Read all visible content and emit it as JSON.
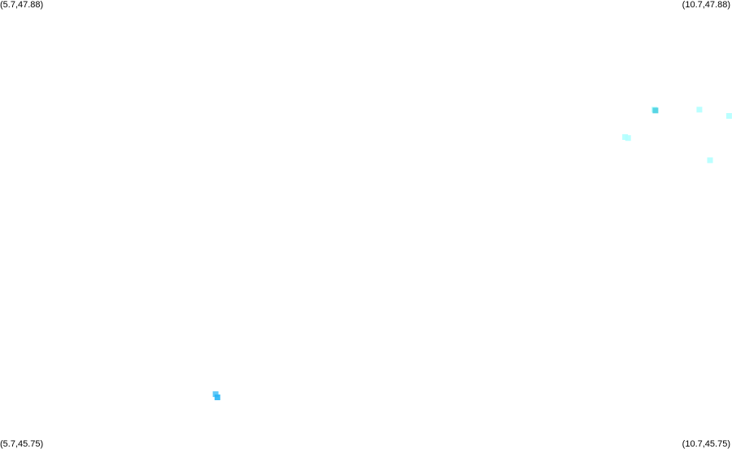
{
  "corners": {
    "top_left": "(5.7,47.88)",
    "top_right": "(10.7,47.88)",
    "bottom_left": "(5.7,45.75)",
    "bottom_right": "(10.7,45.75)"
  },
  "chart_data": {
    "type": "scatter",
    "xlim": [
      5.7,
      10.7
    ],
    "ylim": [
      45.75,
      47.88
    ],
    "points": [
      {
        "x": 7.173,
        "y": 46.01,
        "color": "#4fc3f7"
      },
      {
        "x": 7.185,
        "y": 45.995,
        "color": "#29b6f6"
      },
      {
        "x": 10.17,
        "y": 47.36,
        "color": "#b2ffff"
      },
      {
        "x": 10.177,
        "y": 47.356,
        "color": "#4dd0e1"
      },
      {
        "x": 10.477,
        "y": 47.36,
        "color": "#b2ffff"
      },
      {
        "x": 10.68,
        "y": 47.33,
        "color": "#b2ffff"
      },
      {
        "x": 9.97,
        "y": 47.23,
        "color": "#b2ffff"
      },
      {
        "x": 9.99,
        "y": 47.225,
        "color": "#b2ffff"
      },
      {
        "x": 10.55,
        "y": 47.12,
        "color": "#b2ffff"
      }
    ]
  }
}
